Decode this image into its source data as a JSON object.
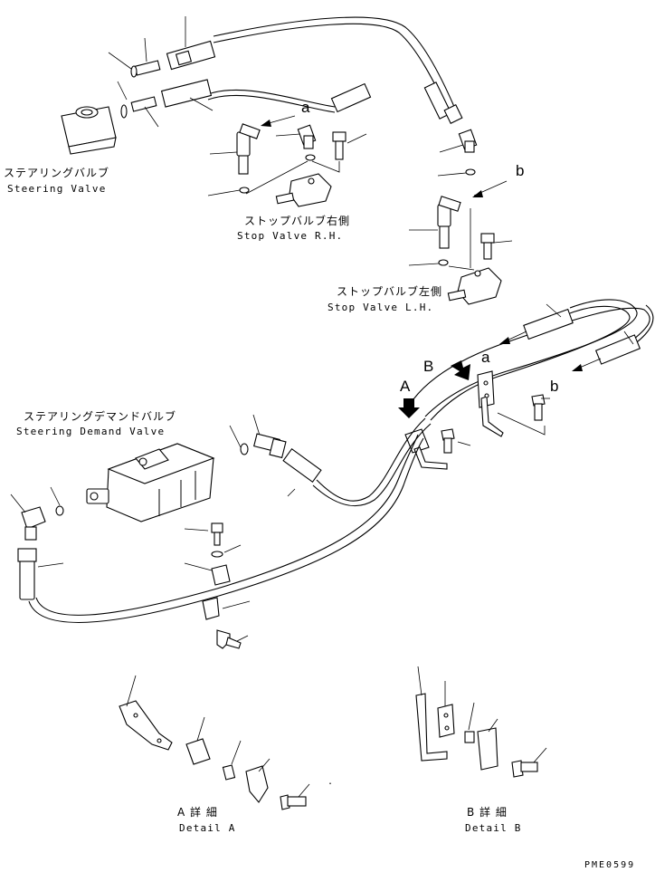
{
  "labels": {
    "steering_valve_jp": "ステアリングバルブ",
    "steering_valve_en": "Steering Valve",
    "stop_valve_rh_jp": "ストップバルブ右側",
    "stop_valve_rh_en": "Stop Valve R.H.",
    "stop_valve_lh_jp": "ストップバルブ左側",
    "stop_valve_lh_en": "Stop Valve L.H.",
    "steering_demand_valve_jp": "ステアリングデマンドバルブ",
    "steering_demand_valve_en": "Steering Demand Valve",
    "detail_a_jp": "A 詳 細",
    "detail_a_en": "Detail A",
    "detail_b_jp": "B 詳 細",
    "detail_b_en": "Detail B"
  },
  "callouts": {
    "a_upper": "a",
    "b_upper": "b",
    "a_lower": "a",
    "b_lower": "b",
    "view_a": "A",
    "view_b": "B"
  },
  "drawing_code": "PME0599"
}
